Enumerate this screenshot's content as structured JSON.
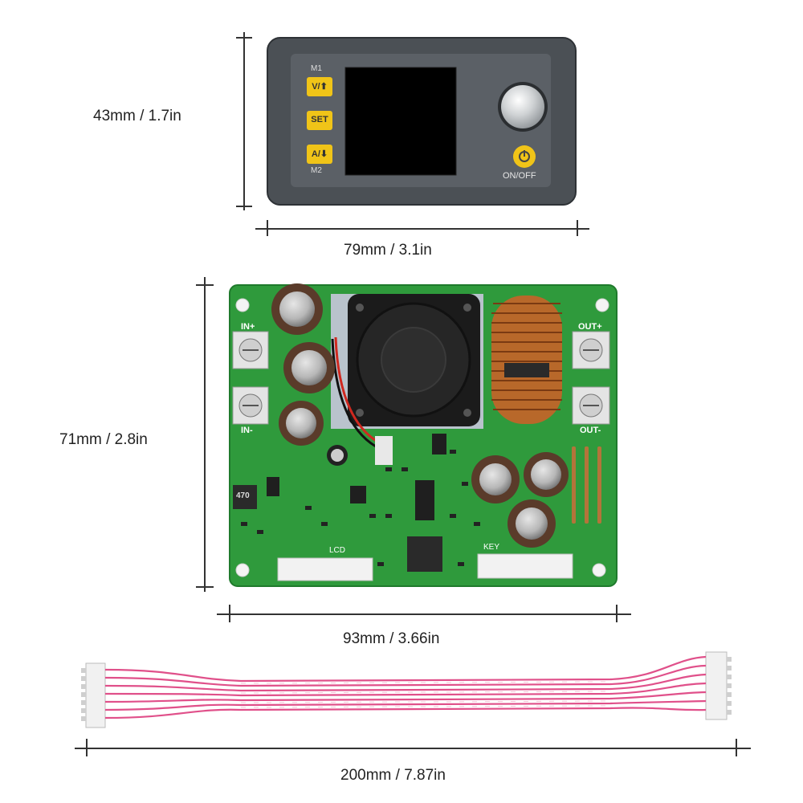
{
  "dimensions": {
    "display_height": "43mm / 1.7in",
    "display_width": "79mm / 3.1in",
    "board_height": "71mm / 2.8in",
    "board_width": "93mm / 3.66in",
    "cable_length": "200mm / 7.87in"
  },
  "display_module": {
    "m1_label": "M1",
    "m2_label": "M2",
    "btn_v": "V/⬆",
    "btn_set": "SET",
    "btn_a": "A/⬇",
    "power_label": "ON/OFF"
  },
  "board": {
    "in_plus": "IN+",
    "in_minus": "IN-",
    "out_plus": "OUT+",
    "out_minus": "OUT-",
    "inductor_code": "470",
    "lcd_label": "LCD",
    "key_label": "KEY"
  },
  "colors": {
    "pcb_green": "#2f9a3c",
    "module_gray": "#4d5257",
    "button_yellow": "#f0c418",
    "cable_pink": "#e0508a"
  }
}
